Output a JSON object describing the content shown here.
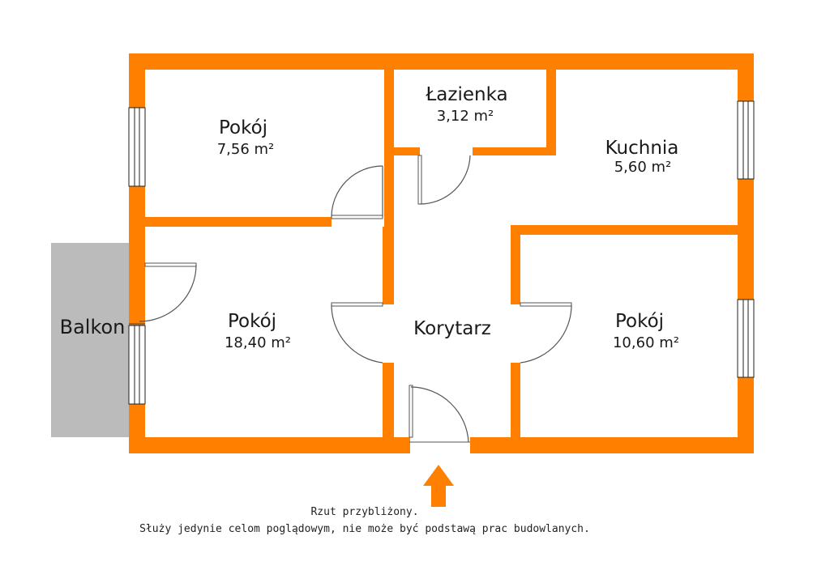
{
  "colors": {
    "wall": "#ff7f00",
    "balcony": "#bbbbbb",
    "text": "#1a1a1a",
    "background": "#ffffff"
  },
  "rooms": {
    "room_top_left": {
      "name": "Pokój",
      "area": "7,56 m²"
    },
    "bathroom": {
      "name": "Łazienka",
      "area": "3,12 m²"
    },
    "kitchen": {
      "name": "Kuchnia",
      "area": "5,60 m²"
    },
    "room_middle_left": {
      "name": "Pokój",
      "area": "18,40 m²"
    },
    "corridor": {
      "name": "Korytarz"
    },
    "room_right": {
      "name": "Pokój",
      "area": "10,60 m²"
    }
  },
  "balcony": {
    "label": "Balkon"
  },
  "entrance": {
    "icon": "up-arrow-icon"
  },
  "notes": {
    "line1": "Rzut przybliżony.",
    "line2": "Służy jedynie celom poglądowym, nie może być podstawą prac budowlanych."
  }
}
